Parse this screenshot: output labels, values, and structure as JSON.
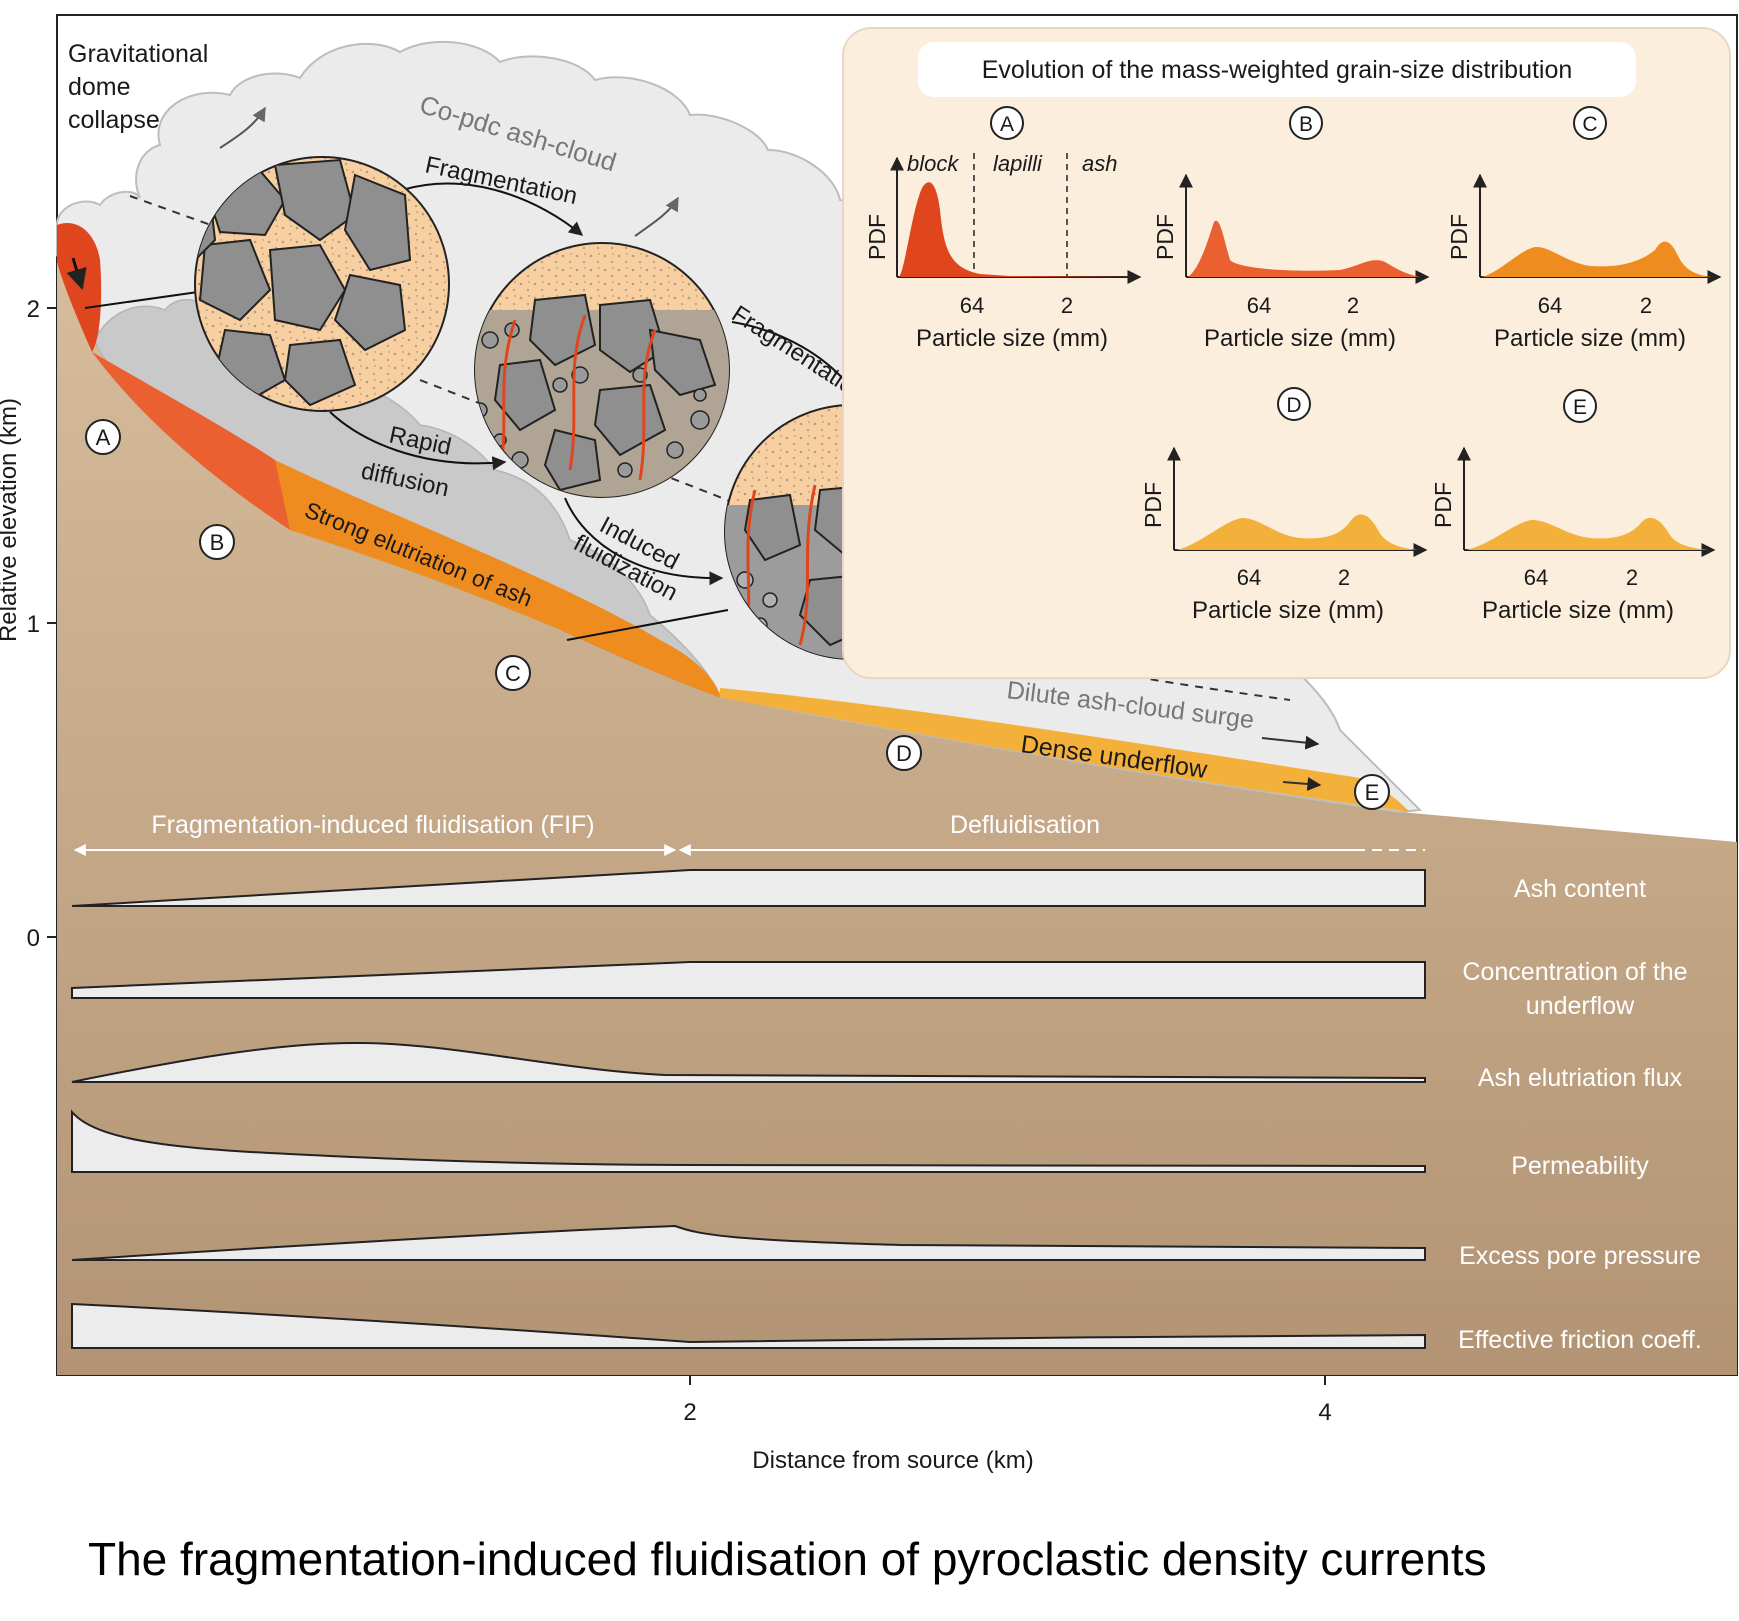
{
  "caption": "The fragmentation-induced fluidisation of pyroclastic density currents",
  "axes": {
    "y_label": "Relative elevation (km)",
    "y_ticks": [
      "2",
      "1",
      "0"
    ],
    "x_label": "Distance from source (km)",
    "x_ticks": [
      "2",
      "4"
    ]
  },
  "labels": {
    "dome_collapse": [
      "Gravitational",
      "dome",
      "collapse"
    ],
    "co_pdc": "Co-pdc ash-cloud",
    "fragmentation_1": "Fragmentation",
    "fragmentation_2": "Fragmentation",
    "rapid_diffusion": [
      "Rapid",
      "diffusion"
    ],
    "induced_fluidization": [
      "Induced",
      "fluidization"
    ],
    "strong_elutriation": "Strong elutriation of ash",
    "dilute_surge": "Dilute ash-cloud surge",
    "dense_underflow": "Dense underflow"
  },
  "stations": [
    "A",
    "B",
    "C",
    "D",
    "E"
  ],
  "regimes": {
    "fif": "Fragmentation-induced fluidisation (FIF)",
    "defluidisation": "Defluidisation"
  },
  "trends": [
    "Ash content",
    "Concentration of the",
    "underflow",
    "Ash elutriation flux",
    "Permeability",
    "Excess pore pressure",
    "Effective friction coeff."
  ],
  "inset": {
    "title": "Evolution of the mass-weighted grain-size distribution",
    "pdf_label": "PDF",
    "x_label": "Particle size (mm)",
    "tick_64": "64",
    "tick_2": "2",
    "class_labels": [
      "block",
      "lapilli",
      "ash"
    ],
    "panels": [
      "A",
      "B",
      "C",
      "D",
      "E"
    ]
  },
  "colors": {
    "ground": "#c4a57f",
    "panel_bg": "#fbeedd",
    "cloud": "#e9e9e9",
    "flow_A": "#e0461e",
    "flow_B": "#ea6030",
    "flow_C": "#ef8c1f",
    "flow_D": "#f3b03a",
    "bubble_fill": "#f8cfa0",
    "clast": "#8f8f8f"
  }
}
